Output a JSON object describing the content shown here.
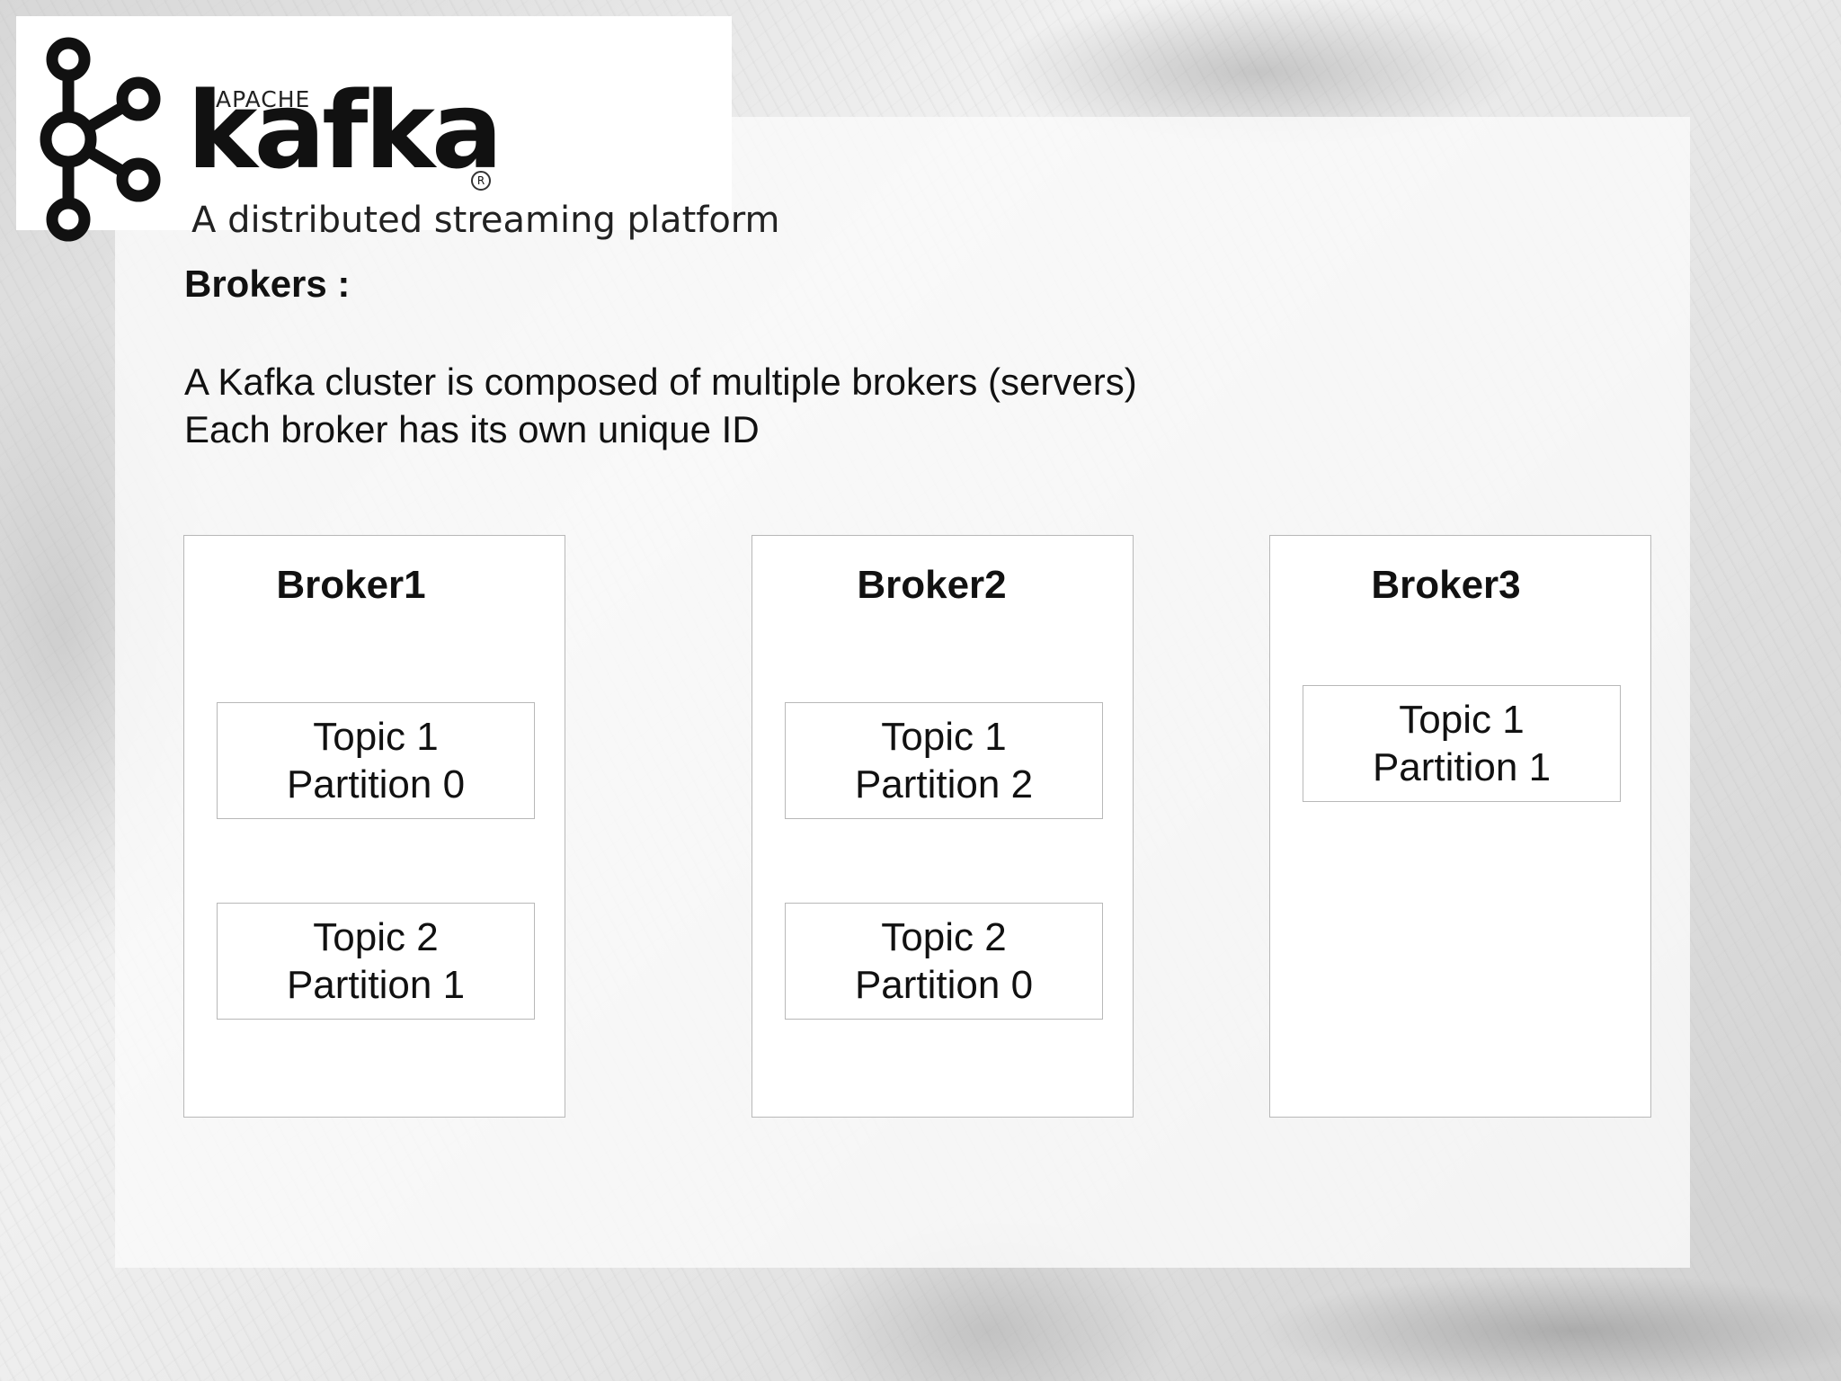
{
  "logo": {
    "apache": "APACHE",
    "wordmark": "kafka",
    "registered": "R",
    "tagline": "A distributed streaming platform"
  },
  "heading": "Brokers :",
  "description": [
    "A Kafka cluster is composed of multiple brokers (servers)",
    "Each broker has its own unique ID"
  ],
  "brokers": [
    {
      "name": "Broker1",
      "partitions": [
        {
          "topic": "Topic 1",
          "partition": "Partition 0"
        },
        {
          "topic": "Topic 2",
          "partition": "Partition 1"
        }
      ]
    },
    {
      "name": "Broker2",
      "partitions": [
        {
          "topic": "Topic 1",
          "partition": "Partition 2"
        },
        {
          "topic": "Topic 2",
          "partition": "Partition 0"
        }
      ]
    },
    {
      "name": "Broker3",
      "partitions": [
        {
          "topic": "Topic 1",
          "partition": "Partition 1"
        }
      ]
    }
  ]
}
